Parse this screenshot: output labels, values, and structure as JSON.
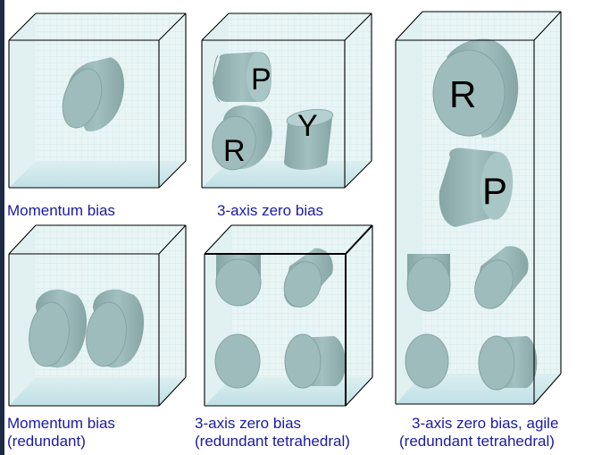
{
  "colors": {
    "caption": "#1a1aa6",
    "wheel_fill": "#95b3b3",
    "wheel_dark": "#7a9999",
    "wheel_face": "#a9c6c6",
    "box_line": "#000000",
    "panel_tint": "#e7f4f4",
    "grid": "#c8e3e3",
    "floor": "#cfe8ec",
    "left_stripe": "#1d2a46"
  },
  "panels": [
    {
      "id": "p1",
      "caption": [
        "Momentum bias"
      ]
    },
    {
      "id": "p2",
      "caption": [
        "3-axis zero bias"
      ],
      "wheel_labels": [
        "P",
        "R",
        "Y"
      ]
    },
    {
      "id": "p3",
      "caption": [
        "Momentum bias",
        "(redundant)"
      ]
    },
    {
      "id": "p4",
      "caption": [
        "3-axis zero bias",
        "(redundant tetrahedral)"
      ]
    },
    {
      "id": "p5",
      "caption": [
        "3-axis zero bias, agile",
        "(redundant tetrahedral)"
      ],
      "wheel_labels": [
        "R",
        "P"
      ]
    }
  ]
}
